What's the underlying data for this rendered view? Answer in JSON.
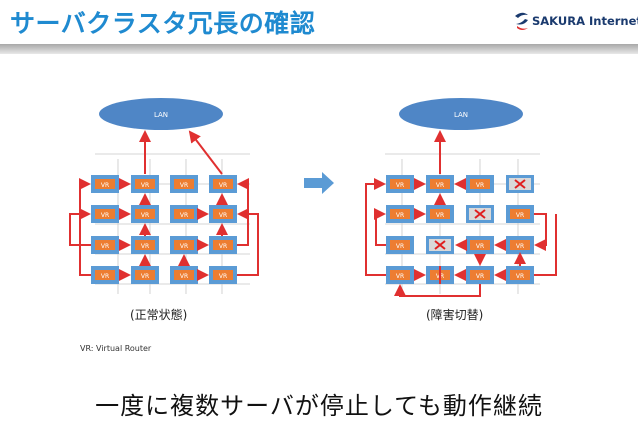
{
  "header": {
    "title": "サーバクラスタ冗長の確認",
    "logo_text": "SAKURA Internet"
  },
  "diagram": {
    "lan_label": "LAN",
    "node_label": "VR",
    "left_caption": "(正常状態)",
    "right_caption": "(障害切替)",
    "footnote": "VR: Virtual Router"
  },
  "bottom_text": "一度に複数サーバが停止しても動作継続",
  "colors": {
    "title": "#1f8ad0",
    "node_outer": "#5b9bd5",
    "node_inner": "#ed7d31",
    "arrow": "#e03030",
    "lan": "#4f86c6",
    "failed_fill": "#d9d9d9",
    "failed_x": "#e02020"
  }
}
